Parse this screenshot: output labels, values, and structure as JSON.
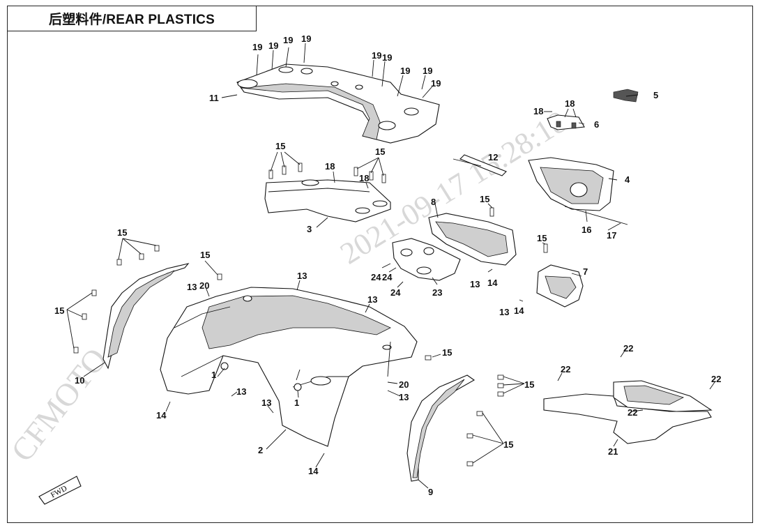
{
  "title": "后塑料件/REAR PLASTICS",
  "watermark": {
    "brand": "CFMOTO",
    "timestamp": "2021-09-17 15:28:18"
  },
  "fwd_label": "FWD",
  "callouts": [
    "1",
    "1",
    "2",
    "3",
    "4",
    "5",
    "6",
    "7",
    "8",
    "9",
    "10",
    "11",
    "12",
    "13",
    "13",
    "13",
    "13",
    "13",
    "13",
    "14",
    "14",
    "14",
    "14",
    "15",
    "15",
    "15",
    "15",
    "15",
    "15",
    "15",
    "15",
    "16",
    "17",
    "18",
    "18",
    "18",
    "18",
    "19",
    "19",
    "19",
    "19",
    "19",
    "19",
    "19",
    "19",
    "19",
    "20",
    "20",
    "21",
    "22",
    "22",
    "22",
    "22",
    "23",
    "24",
    "24",
    "24"
  ]
}
